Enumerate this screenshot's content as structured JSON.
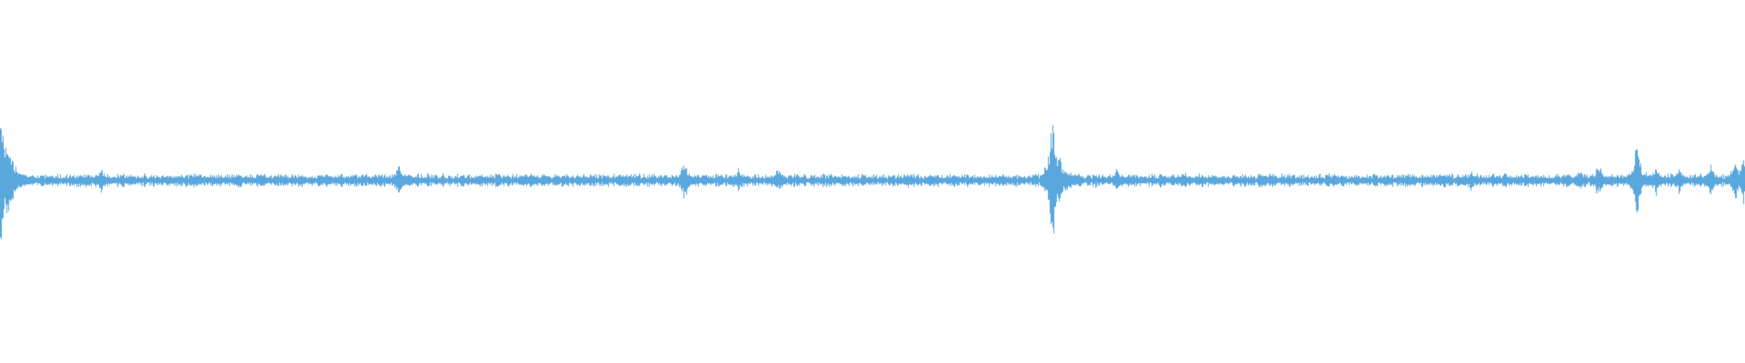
{
  "waveform": {
    "color": "#5aa7de",
    "background": "#ffffff",
    "baseline_amplitude": 0.04,
    "peak_scale": 1.0,
    "spikes": [
      {
        "t": 0.0,
        "amp": 0.52
      },
      {
        "t": 0.004,
        "amp": 0.34
      },
      {
        "t": 0.007,
        "amp": 0.18
      },
      {
        "t": 0.058,
        "amp": 0.08
      },
      {
        "t": 0.136,
        "amp": 0.05
      },
      {
        "t": 0.163,
        "amp": 0.04
      },
      {
        "t": 0.228,
        "amp": 0.12
      },
      {
        "t": 0.306,
        "amp": 0.04
      },
      {
        "t": 0.392,
        "amp": 0.16
      },
      {
        "t": 0.423,
        "amp": 0.08
      },
      {
        "t": 0.446,
        "amp": 0.09
      },
      {
        "t": 0.52,
        "amp": 0.05
      },
      {
        "t": 0.603,
        "amp": 0.47
      },
      {
        "t": 0.607,
        "amp": 0.2
      },
      {
        "t": 0.64,
        "amp": 0.08
      },
      {
        "t": 0.679,
        "amp": 0.06
      },
      {
        "t": 0.73,
        "amp": 0.05
      },
      {
        "t": 0.778,
        "amp": 0.04
      },
      {
        "t": 0.828,
        "amp": 0.05
      },
      {
        "t": 0.843,
        "amp": 0.07
      },
      {
        "t": 0.862,
        "amp": 0.06
      },
      {
        "t": 0.905,
        "amp": 0.08
      },
      {
        "t": 0.916,
        "amp": 0.13
      },
      {
        "t": 0.938,
        "amp": 0.25
      },
      {
        "t": 0.949,
        "amp": 0.1
      },
      {
        "t": 0.962,
        "amp": 0.09
      },
      {
        "t": 0.98,
        "amp": 0.11
      },
      {
        "t": 0.994,
        "amp": 0.14
      },
      {
        "t": 0.999,
        "amp": 0.16
      }
    ]
  }
}
